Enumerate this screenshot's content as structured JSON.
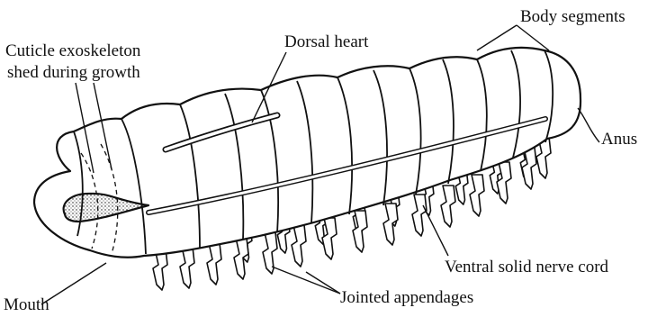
{
  "labels": {
    "cuticle_line1": "Cuticle exoskeleton",
    "cuticle_line2": "shed during growth",
    "dorsal_heart": "Dorsal heart",
    "body_segments": "Body segments",
    "anus": "Anus",
    "ventral_nerve_cord": "Ventral solid nerve cord",
    "jointed_appendages": "Jointed appendages",
    "mouth": "Mouth"
  }
}
